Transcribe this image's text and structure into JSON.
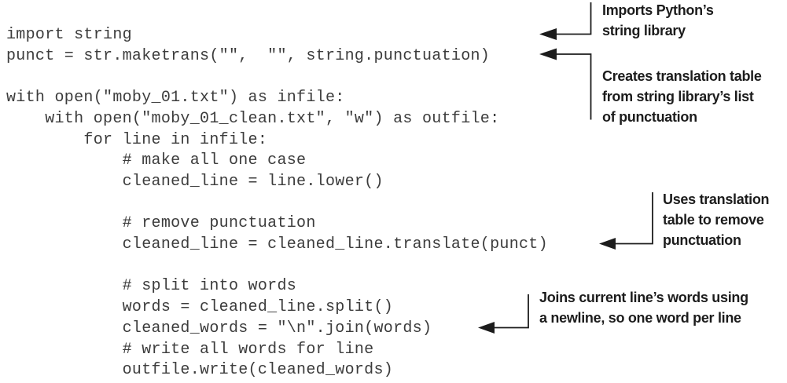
{
  "figure": {
    "kind": "annotated-code-listing"
  },
  "code": {
    "text": "import string\npunct = str.maketrans(\"\",  \"\", string.punctuation)\n\nwith open(\"moby_01.txt\") as infile:\n    with open(\"moby_01_clean.txt\", \"w\") as outfile:\n        for line in infile:\n            # make all one case\n            cleaned_line = line.lower()\n\n            # remove punctuation\n            cleaned_line = cleaned_line.translate(punct)\n\n            # split into words\n            words = cleaned_line.split()\n            cleaned_words = \"\\n\".join(words)\n            # write all words for line\n            outfile.write(cleaned_words)"
  },
  "annotations": [
    {
      "text": "Imports Python’s\nstring library"
    },
    {
      "text": "Creates translation table\nfrom string library’s list\nof punctuation"
    },
    {
      "text": "Uses translation\ntable to remove\npunctuation"
    },
    {
      "text": "Joins current line’s words using\na newline, so one word per line"
    }
  ],
  "colors": {
    "background": "#ffffff",
    "code_text": "#3c3c3c",
    "annotation_text": "#1c1c1c",
    "arrow": "#1c1c1c"
  }
}
